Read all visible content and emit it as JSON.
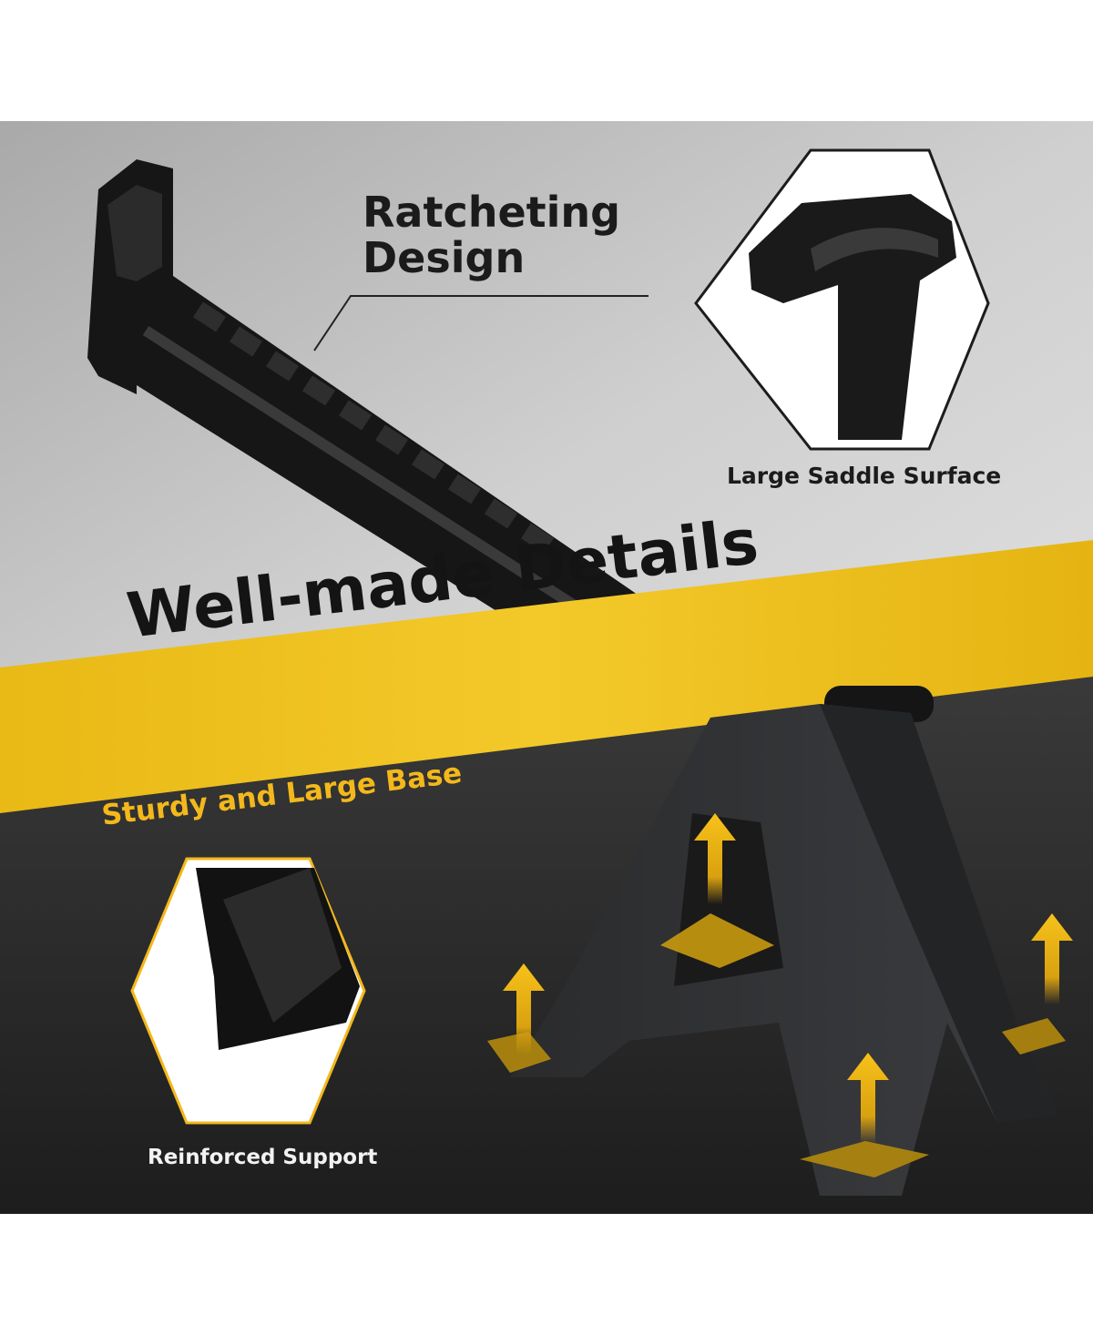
{
  "headline": "Well-made Details",
  "features": {
    "ratchet": {
      "title": "Ratcheting Design"
    },
    "saddle": {
      "caption": "Large Saddle Surface"
    },
    "base": {
      "title": "Sturdy and Large Base",
      "caption": "Reinforced Support"
    }
  },
  "colors": {
    "accent_yellow": "#f3b81b",
    "banner_yellow": "#f0c419",
    "dark_background": "#2a2a2a",
    "light_background": "#c9c9c9",
    "steel_black": "#1e1e1e"
  },
  "icons": [
    "up-arrow-icon"
  ]
}
